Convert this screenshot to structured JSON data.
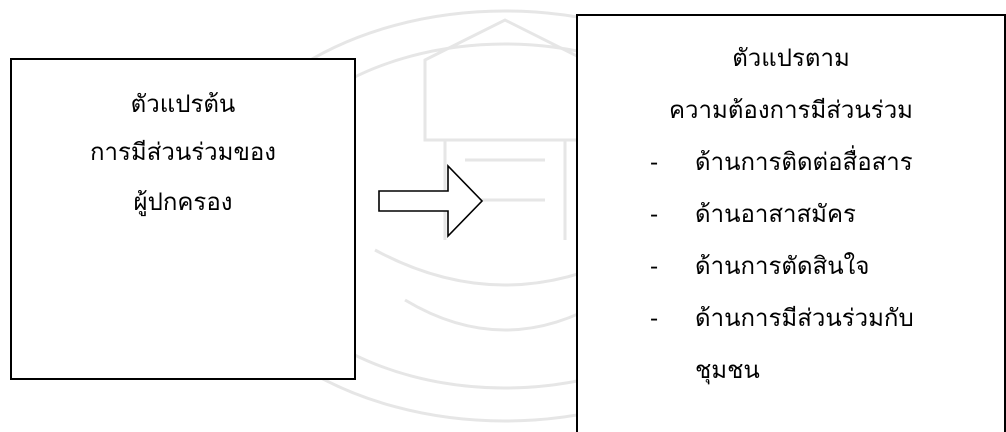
{
  "independent_variable": {
    "lines": [
      "ตัวแปรต้น",
      "การมีส่วนร่วมของ",
      "ผู้ปกครอง"
    ]
  },
  "dependent_variable": {
    "title_lines": [
      "ตัวแปรตาม",
      "ความต้องการมีส่วนร่วม"
    ],
    "bullet_marker": "-",
    "items": [
      "ด้านการติดต่อสื่อสาร",
      "ด้านอาสาสมัคร",
      "ด้านการตัดสินใจ",
      "ด้านการมีส่วนร่วมกับ"
    ],
    "continuation": "ชุมชน"
  },
  "colors": {
    "line": "#000000",
    "watermark": "#e8e8e8"
  },
  "icons": {
    "arrow": "hollow-right-arrow-icon",
    "watermark": "university-seal-watermark"
  }
}
